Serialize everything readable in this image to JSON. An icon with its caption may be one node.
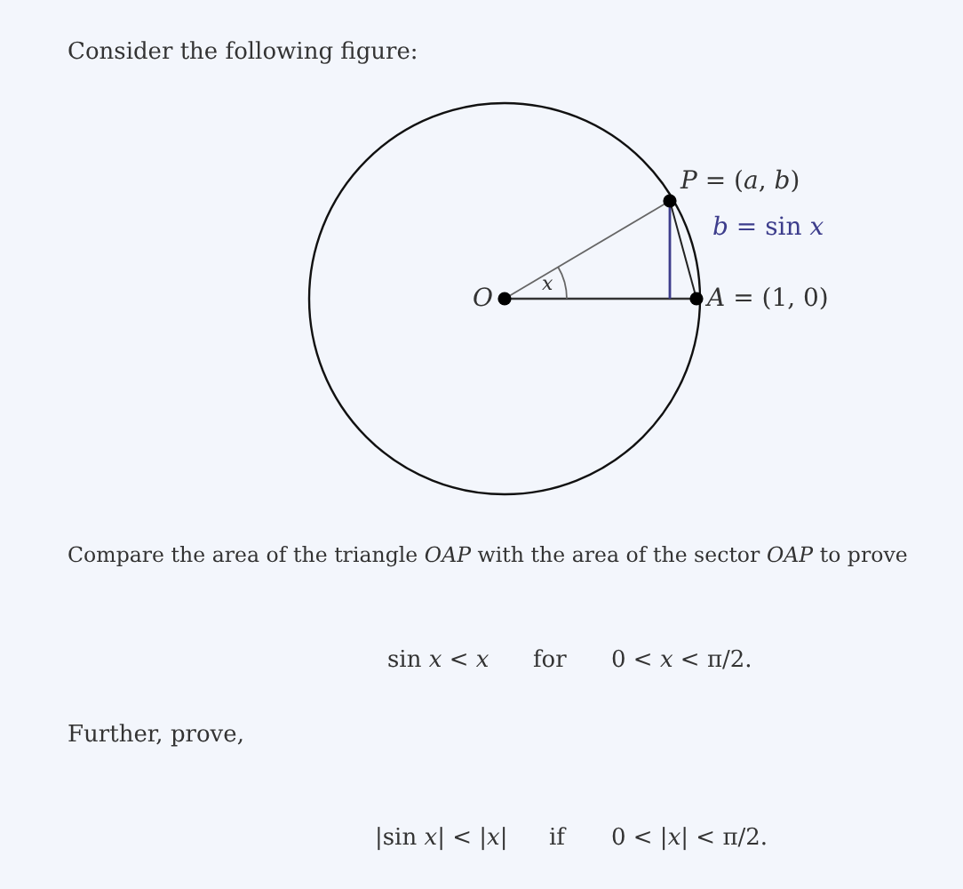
{
  "diagram": {
    "labels": [
      "Consider the following figure:",
      "*P* = (*a*, *b*)",
      "*b* = sin *x*",
      "O",
      "x",
      "*A* = (1, 0)",
      "Compare the area of the triangle *OAP* with the area of the sector *OAP* to prove",
      "sin *x* < *x*",
      "for",
      "0 < *x* < π/2.",
      "Further, prove,",
      "|sin *x*| < |*x*|",
      "if",
      "0 < |*x*| < π/2."
    ]
  }
}
